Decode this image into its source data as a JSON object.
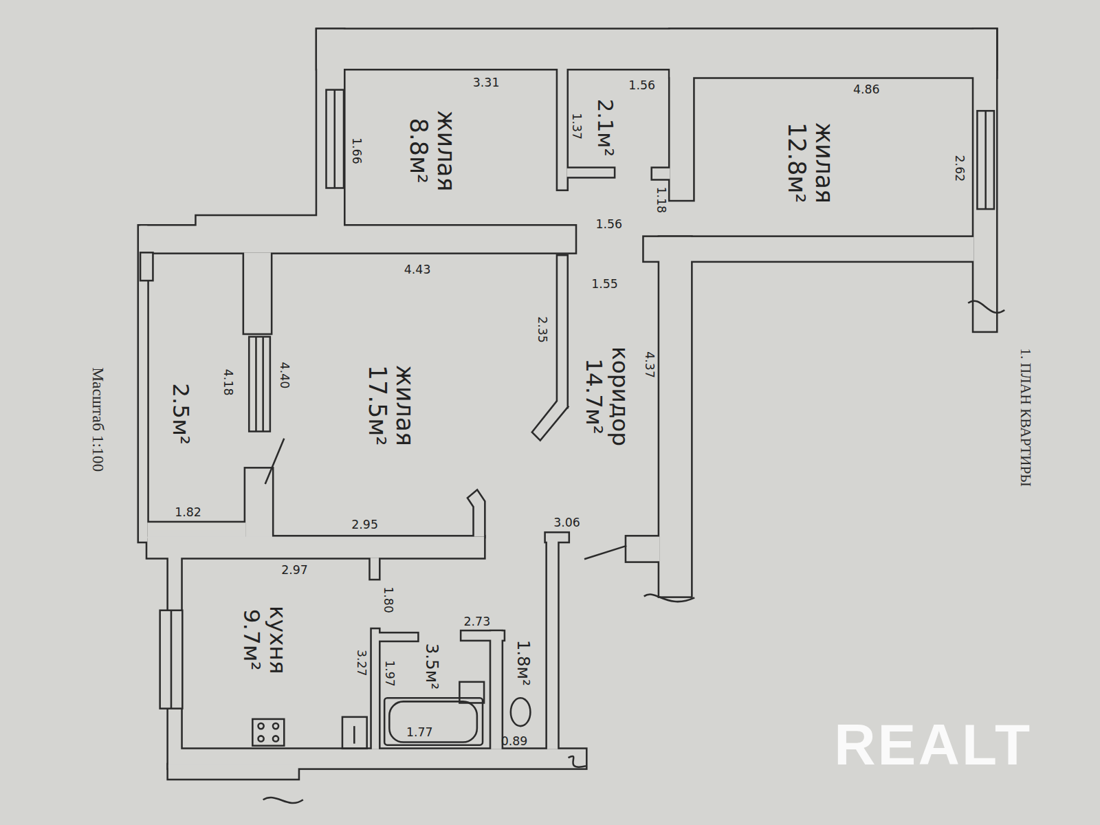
{
  "diagram": {
    "title": "1. ПЛАН КВАРТИРЫ",
    "caption": "Масштаб 1:100",
    "nodes": [
      {
        "text": [
          "жилая",
          "8.8м²"
        ]
      },
      {
        "text": [
          "2.1м²"
        ]
      },
      {
        "text": [
          "жилая",
          "12.8м²"
        ]
      },
      {
        "text": [
          "жилая",
          "17.5м²"
        ]
      },
      {
        "text": [
          "коридор",
          "14.7м²"
        ]
      },
      {
        "text": [
          "2.5м²"
        ]
      },
      {
        "text": [
          "кухня",
          "9.7м²"
        ]
      },
      {
        "text": [
          "3.5м²"
        ]
      },
      {
        "text": [
          "1.8м²"
        ]
      }
    ],
    "labels": [
      "3.31",
      "1.66",
      "1.37",
      "1.56",
      "1.18",
      "4.86",
      "2.62",
      "1.56",
      "4.43",
      "1.55",
      "2.35",
      "4.37",
      "4.18",
      "4.40",
      "1.82",
      "2.95",
      "3.06",
      "2.97",
      "1.80",
      "2.73",
      "3.27",
      "1.97",
      "1.77",
      "0.89",
      "REALT"
    ]
  }
}
